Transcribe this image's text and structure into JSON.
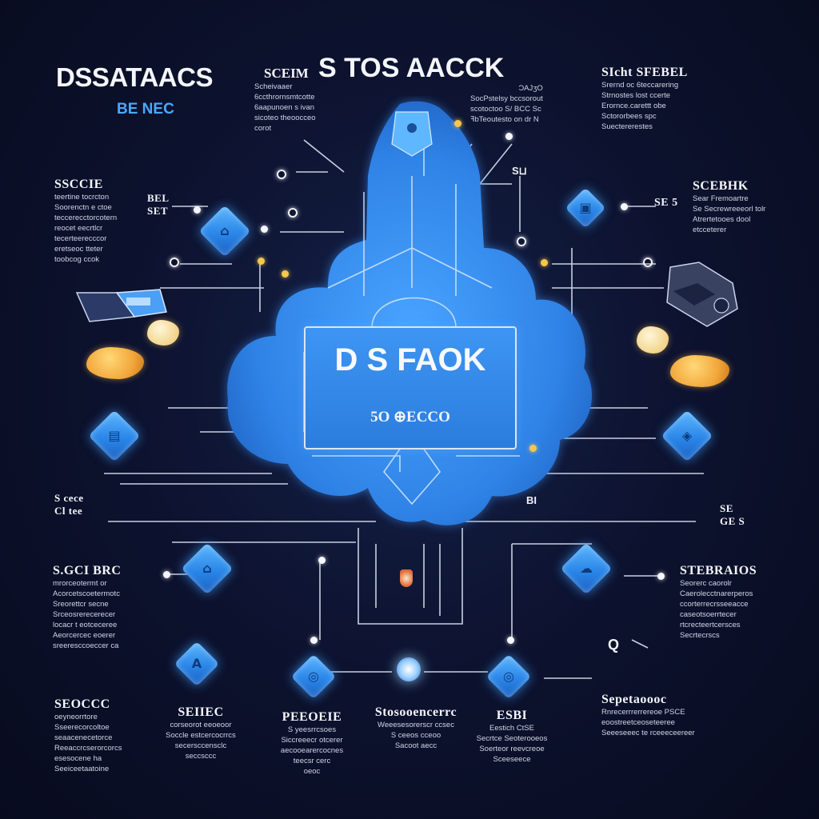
{
  "title": "DSSATAACS",
  "subtitle": "BE NEC",
  "header": {
    "prefix": "SCEIM",
    "title": "S TOS AACCK"
  },
  "center_panel": {
    "title": "D S FAOK",
    "caption": "5O ⊕ECCO"
  },
  "colors": {
    "background": "#0d1330",
    "cloud": "#3a8ff0",
    "accent": "#4aa8ff",
    "gold": "#f2a63a"
  },
  "text_blocks": {
    "top_center_left": {
      "lines": [
        "Scheivaaer",
        "6ccthrornsmtcotte",
        "6aapunoen s ivan",
        "sicoteo theoocceo",
        "corot"
      ]
    },
    "top_center_right": {
      "lines": [
        "ƆAJʒO",
        "SocPstelsy bccsorout",
        "scotoctoo S/ BCC Sc",
        "ꟻbTeoutesto on dr N"
      ]
    },
    "top_right": {
      "heading": "SIcht SFEBEL",
      "lines": [
        "Srernd oc 6teccarering",
        "Strnostes lost ccerte",
        "Erornce.carettt obe",
        "Sctororbees spc",
        "Suectererestes"
      ]
    },
    "left_1": {
      "heading": "SSCCIE",
      "lines": [
        "teertine tocrcton",
        "Soorenctn e ctoe",
        "teccerecctorcotern",
        "reocet eecrtlcr",
        "tecerteerecccor",
        "eretseoc tteter",
        "toobcog  ccok"
      ]
    },
    "right_1": {
      "heading": "SCEBHK",
      "lines": [
        "Sear Fremoartre",
        "Se Secrewreeeorl tolr",
        "Atrertetooes dool",
        "etcceterer"
      ]
    },
    "left_2": {
      "heading": "S.GCI BRC",
      "lines": [
        "mrorceotermt or",
        "Acorcetscoetermotc",
        "Sreorettcr secne",
        "Srceosrerecerecer",
        "locacr t eotceceree",
        "Aeorcercec eoerer",
        "sreeresccoeccer ca"
      ]
    },
    "right_2": {
      "heading": "STEBRAIOS",
      "lines": [
        "Seorerc caorolr",
        "Caerolecctnarerperos",
        "ccorterrecrsseeacce",
        "caseotsoerrtecer",
        "rtcrecteertcersces",
        "Secrtecrscs"
      ]
    },
    "bottom_1": {
      "heading": "SEOCCC",
      "lines": [
        "oeyneorrtore",
        "Sseerecorcoltoe",
        "seaacenecetorce",
        "Reeaccrcserorcorcs",
        "esesocene ha",
        "Seeiceetaatoine"
      ]
    },
    "bottom_2": {
      "heading": "SEIIEC",
      "lines": [
        "corseorot eeoeoor",
        "Soccle estcercocrrcs",
        "secersccensclc",
        "seccsccc"
      ]
    },
    "bottom_3": {
      "heading": "PEEOEIE",
      "lines": [
        "S yeesrrcsoes",
        "Siccreeecr otcerer",
        "aecooearercocnes",
        "teecsr cerc",
        "oeoc"
      ]
    },
    "bottom_4": {
      "heading": "Stosooencerrc",
      "lines": [
        "Weeesesorerscr ccsec",
        "S ceeos cceoo",
        "Sacoot aecc"
      ]
    },
    "bottom_5": {
      "heading": "ESBI",
      "lines": [
        "Eestich CtSE",
        "Secrtce Seoterooeos",
        "Soerteor reevcreoe",
        "Sceeseece"
      ]
    },
    "bottom_6": {
      "heading": "Sepetaoooc",
      "lines": [
        "Rnrecerrrerrereoe PSCE",
        "eoostreetceoseteeree",
        "Seeeseeec te rceeeceereer"
      ]
    },
    "side_left_glyph": {
      "lines": [
        "BEL",
        "SET"
      ]
    },
    "side_right_glyph": {
      "lines": [
        "SE 5"
      ]
    },
    "mid_left_glyph": {
      "lines": [
        "S cece",
        "Cl tee"
      ]
    },
    "mid_right_glyph": {
      "lines": [
        "SE",
        "GE S"
      ]
    },
    "small_labels": {
      "l1": "S⊔",
      "r1": "BI",
      "r2": "Q"
    }
  },
  "icons": [
    "shield-icon",
    "tag-icon",
    "cloud-icon",
    "router-icon",
    "server-icon",
    "data-icon",
    "lock-icon",
    "network-icon"
  ]
}
